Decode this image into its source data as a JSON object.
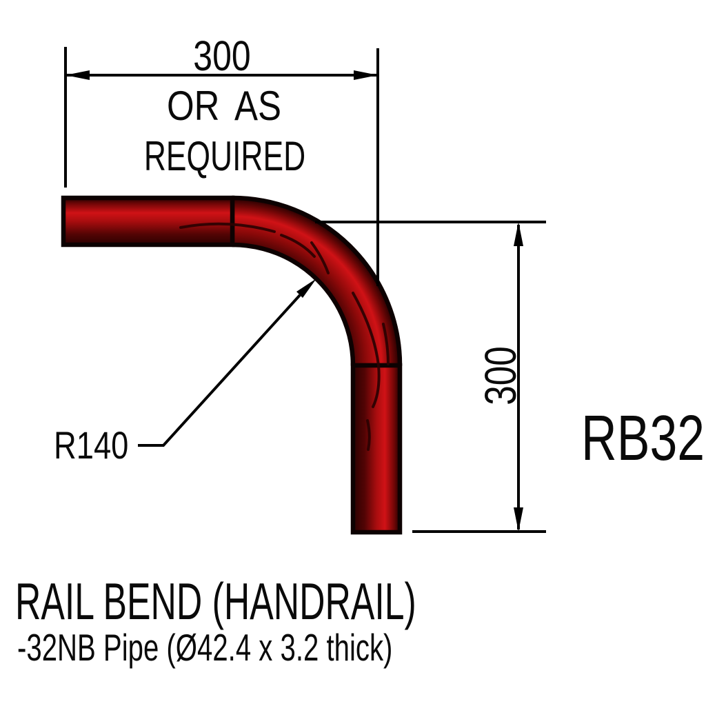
{
  "drawing": {
    "labels": {
      "top_dimension": "300",
      "top_note_line1": "OR AS",
      "top_note_line2": "REQUIRED",
      "radius": "R140",
      "side_dimension": "300",
      "part_code": "RB32",
      "title": "RAIL BEND (HANDRAIL)",
      "subtitle": "-32NB Pipe (Ø42.4 x 3.2 thick)"
    },
    "colors": {
      "background": "#ffffff",
      "line": "#000000",
      "pipe_outline": "#0d0202",
      "pipe_bright": "#d01216",
      "pipe_mid": "#a80d0f",
      "pipe_dark_edge": "#200000",
      "pipe_inner_shade": "#3a0202"
    }
  }
}
